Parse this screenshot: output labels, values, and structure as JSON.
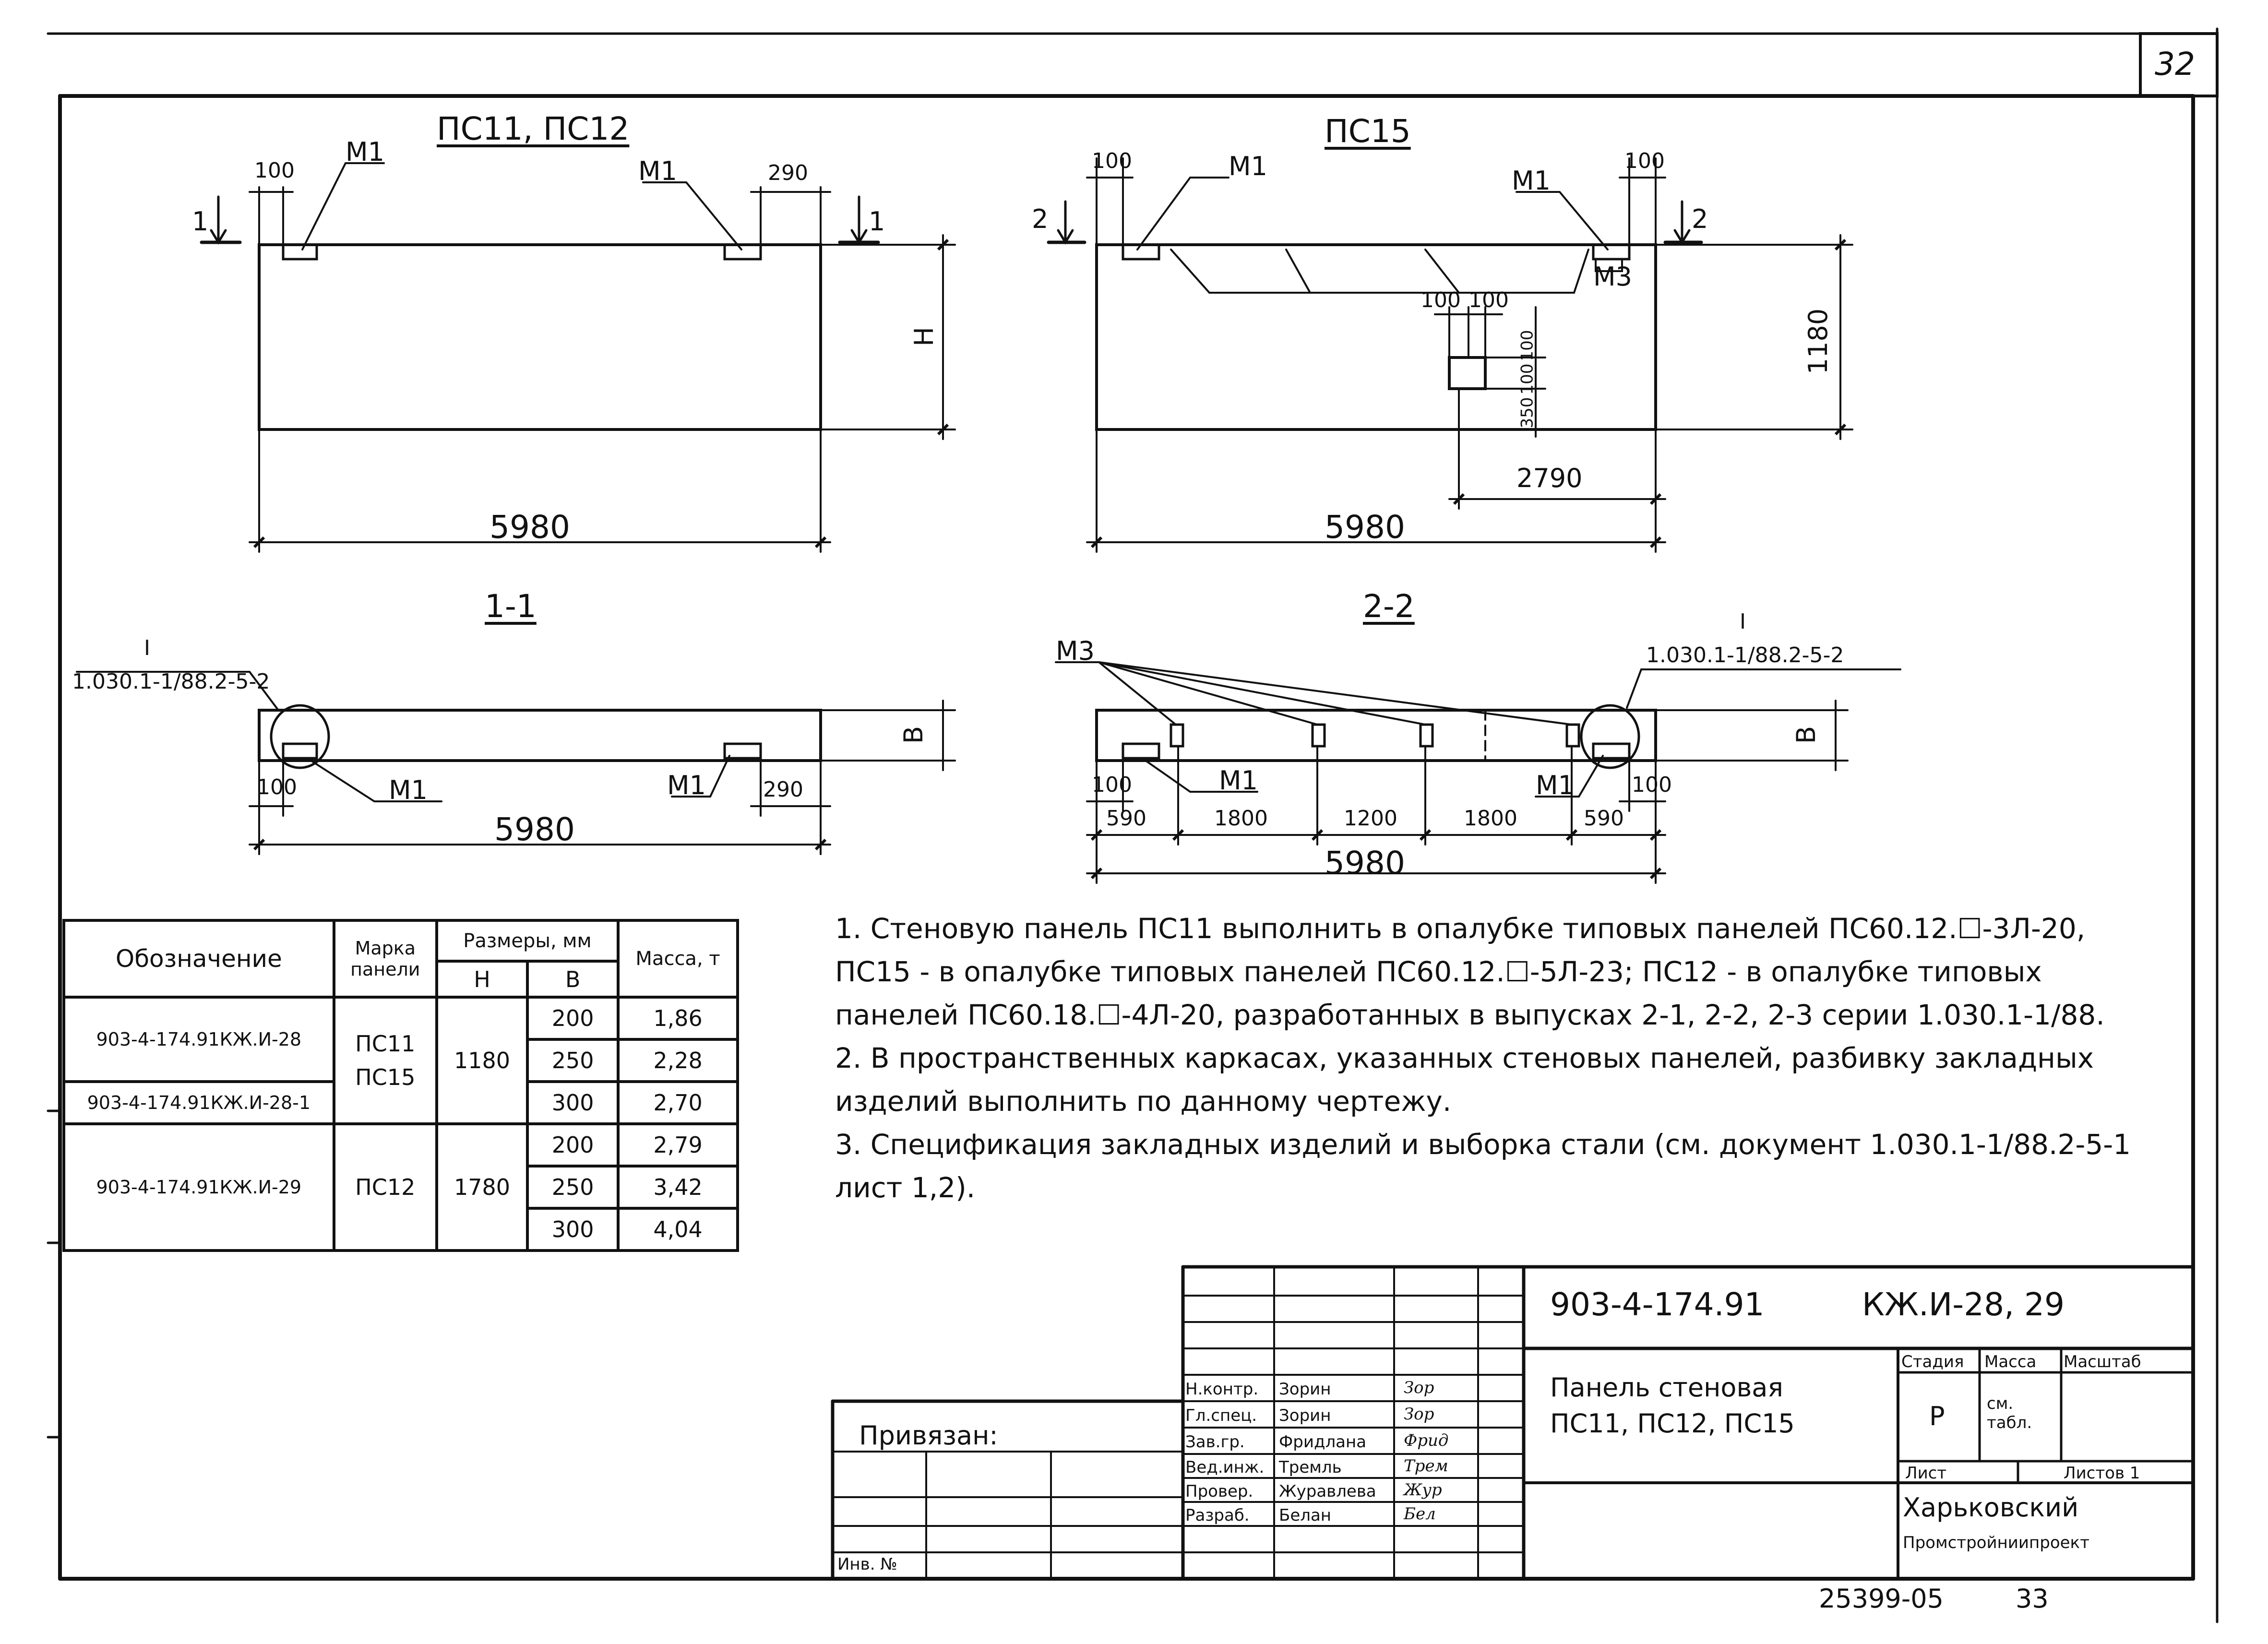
{
  "sheet_number": "32",
  "views": {
    "pc11_title": "ПС11, ПС12",
    "pc15_title": "ПС15",
    "sec11_title": "1-1",
    "sec22_title": "2-2"
  },
  "dims": {
    "d100": "100",
    "d290": "290",
    "d5980": "5980",
    "dH": "Н",
    "dB": "В",
    "d1180": "1180",
    "d2790": "2790",
    "d350": "350",
    "d590": "590",
    "d1800": "1800",
    "d1200": "1200",
    "m1": "М1",
    "m3": "М3",
    "cut1": "1",
    "cut2": "2",
    "node_ref_num": "I",
    "node_ref": "1.030.1-1/88.2-5-2"
  },
  "spec_table": {
    "h_designation": "Обозначение",
    "h_mark": "Марка панели",
    "h_sizes": "Размеры, мм",
    "h_H": "Н",
    "h_B": "В",
    "h_mass": "Масса, т",
    "r1_designation": "903-4-174.91КЖ.И-28",
    "r2_designation": "903-4-174.91КЖ.И-28-1",
    "r3_designation": "903-4-174.91КЖ.И-29",
    "mark_a1": "ПС11",
    "mark_a2": "ПС15",
    "mark_b": "ПС12",
    "h_a": "1180",
    "h_b": "1780",
    "b1": "200",
    "b2": "250",
    "b3": "300",
    "b4": "200",
    "b5": "250",
    "b6": "300",
    "m1": "1,86",
    "m2": "2,28",
    "m3": "2,70",
    "m4": "2,79",
    "m5": "3,42",
    "m6": "4,04"
  },
  "notes": {
    "n1": "1. Стеновую панель ПС11 выполнить в опалубке типовых панелей ПС60.12.☐-3Л-20, ПС15 - в опалубке типовых панелей ПС60.12.☐-5Л-23; ПС12 - в опалубке типовых панелей ПС60.18.☐-4Л-20, разработанных в выпусках 2-1, 2-2, 2-3 серии 1.030.1-1/88.",
    "n2": "2. В пространственных каркасах, указанных стеновых панелей, разбивку закладных изделий выполнить по данному чертежу.",
    "n3": "3. Спецификация закладных изделий и выборка стали (см. документ 1.030.1-1/88.2-5-1 лист 1,2)."
  },
  "stamp": {
    "doc_code": "903-4-174.91",
    "doc_mark": "КЖ.И-28, 29",
    "title_line1": "Панель стеновая",
    "title_line2": "ПС11, ПС12, ПС15",
    "h_stage": "Стадия",
    "h_mass": "Масса",
    "h_scale": "Масштаб",
    "stage": "Р",
    "mass": "см. табл.",
    "sheet_label": "Лист",
    "sheets_label": "Листов 1",
    "org_line1": "Харьковский",
    "org_line2": "Промстройниипроект",
    "roles": [
      "Н.контр.",
      "Гл.спец.",
      "Зав.гр.",
      "Вед.инж.",
      "Провер.",
      "Разраб."
    ],
    "names": [
      "Зорин",
      "Зорин",
      "Фридлана",
      "Тремль",
      "Журавлева",
      "Белан"
    ],
    "signatures": [
      "Зор",
      "Зор",
      "Фрид",
      "Трем",
      "Жур",
      "Бел"
    ],
    "bound_label": "Привязан:",
    "inv_label": "Инв. №"
  },
  "footer": {
    "code": "25399-05",
    "page": "33"
  }
}
